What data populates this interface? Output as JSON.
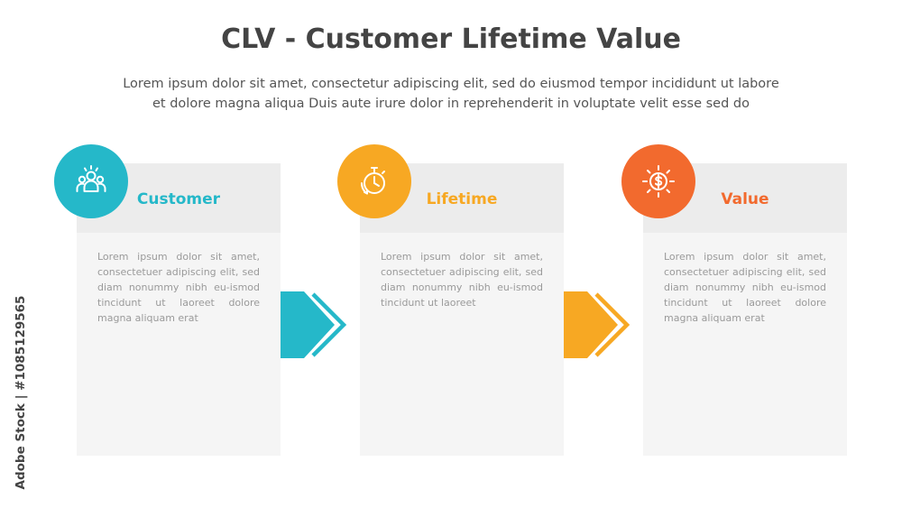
{
  "title": "CLV - Customer Lifetime Value",
  "subtitle_lines": [
    "Lorem ipsum dolor sit amet, consectetur adipiscing elit, sed do eiusmod tempor incididunt ut labore",
    "et dolore magna aliqua Duis aute irure dolor in reprehenderit in voluptate velit esse sed do"
  ],
  "steps": [
    {
      "label": "Customer",
      "icon": "people-group-icon",
      "color": "#25b8c9",
      "text": "Lorem ipsum dolor sit amet, consectetuer adipiscing elit, sed diam nonummy nibh eu-ismod tincidunt ut laoreet dolore magna aliquam erat"
    },
    {
      "label": "Lifetime",
      "icon": "stopwatch-icon",
      "color": "#f7a823",
      "text": "Lorem ipsum dolor sit amet, consectetuer adipiscing elit, sed diam nonummy nibh eu-ismod tincidunt ut laoreet"
    },
    {
      "label": "Value",
      "icon": "dollar-coin-icon",
      "color": "#f26a2e",
      "text": "Lorem ipsum dolor sit amet, consectetuer adipiscing elit, sed diam nonummy nibh eu-ismod tincidunt ut laoreet dolore magna aliquam erat"
    }
  ],
  "arrow_colors": [
    "#25b8c9",
    "#f7a823"
  ],
  "side_caption": "Adobe Stock | #1085129565"
}
